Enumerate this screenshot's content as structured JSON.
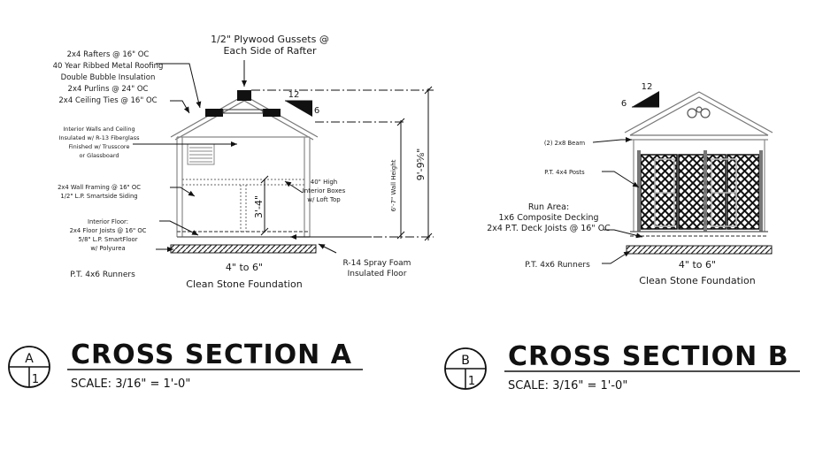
{
  "section_a": {
    "title": "CROSS SECTION A",
    "scale": "SCALE: 3/16\" = 1'-0\"",
    "marker_letter": "A",
    "marker_number": "1",
    "notes": {
      "gussets_1": "1/2\" Plywood Gussets @",
      "gussets_2": "Each Side of Rafter",
      "rafters": "2x4 Rafters @ 16\" OC",
      "roofing": "40 Year Ribbed Metal Roofing",
      "bubble": "Double Bubble Insulation",
      "purlins": "2x4 Purlins @ 24\" OC",
      "ceiling_ties": "2x4 Ceiling Ties @ 16\" OC",
      "interior_1": "Interior Walls and Ceiling",
      "interior_2": "Insulated w/ R-13 Fiberglass",
      "interior_3": "Finished w/ Trusscore",
      "interior_4": "or Glassboard",
      "wall_framing": "2x4 Wall Framing @ 16\" OC",
      "siding": "1/2\" L.P. Smartside Siding",
      "floor_1": "Interior Floor:",
      "floor_2": "2x4 Floor Joists @ 16\" OC",
      "floor_3": "5/8\" L.P. SmartFloor",
      "floor_4": "w/ Polyurea",
      "runners": "P.T. 4x6 Runners",
      "foundation_1": "4\" to 6\"",
      "foundation_2": "Clean Stone Foundation",
      "boxes_1": "40\" High",
      "boxes_2": "Interior Boxes",
      "boxes_3": "w/ Loft Top",
      "spray_1": "R-14 Spray Foam",
      "spray_2": "Insulated Floor",
      "pitch_rise": "6",
      "pitch_run": "12",
      "dim_box": "3'-4\"",
      "dim_wall": "6'-7\" Wall Height",
      "dim_total": "9'-9⅝\""
    }
  },
  "section_b": {
    "title": "CROSS SECTION B",
    "scale": "SCALE: 3/16\" = 1'-0\"",
    "marker_letter": "B",
    "marker_number": "1",
    "notes": {
      "beam": "(2) 2x8 Beam",
      "posts": "P.T. 4x4 Posts",
      "run_1": "Run Area:",
      "run_2": "1x6 Composite Decking",
      "run_3": "2x4 P.T. Deck Joists @ 16\" OC",
      "runners": "P.T. 4x6 Runners",
      "foundation_1": "4\" to 6\"",
      "foundation_2": "Clean Stone Foundation",
      "pitch_rise": "6",
      "pitch_run": "12"
    }
  },
  "colors": {
    "ink": "#111111",
    "mesh": "#1a1a1a",
    "runner": "#2a2a2a"
  }
}
